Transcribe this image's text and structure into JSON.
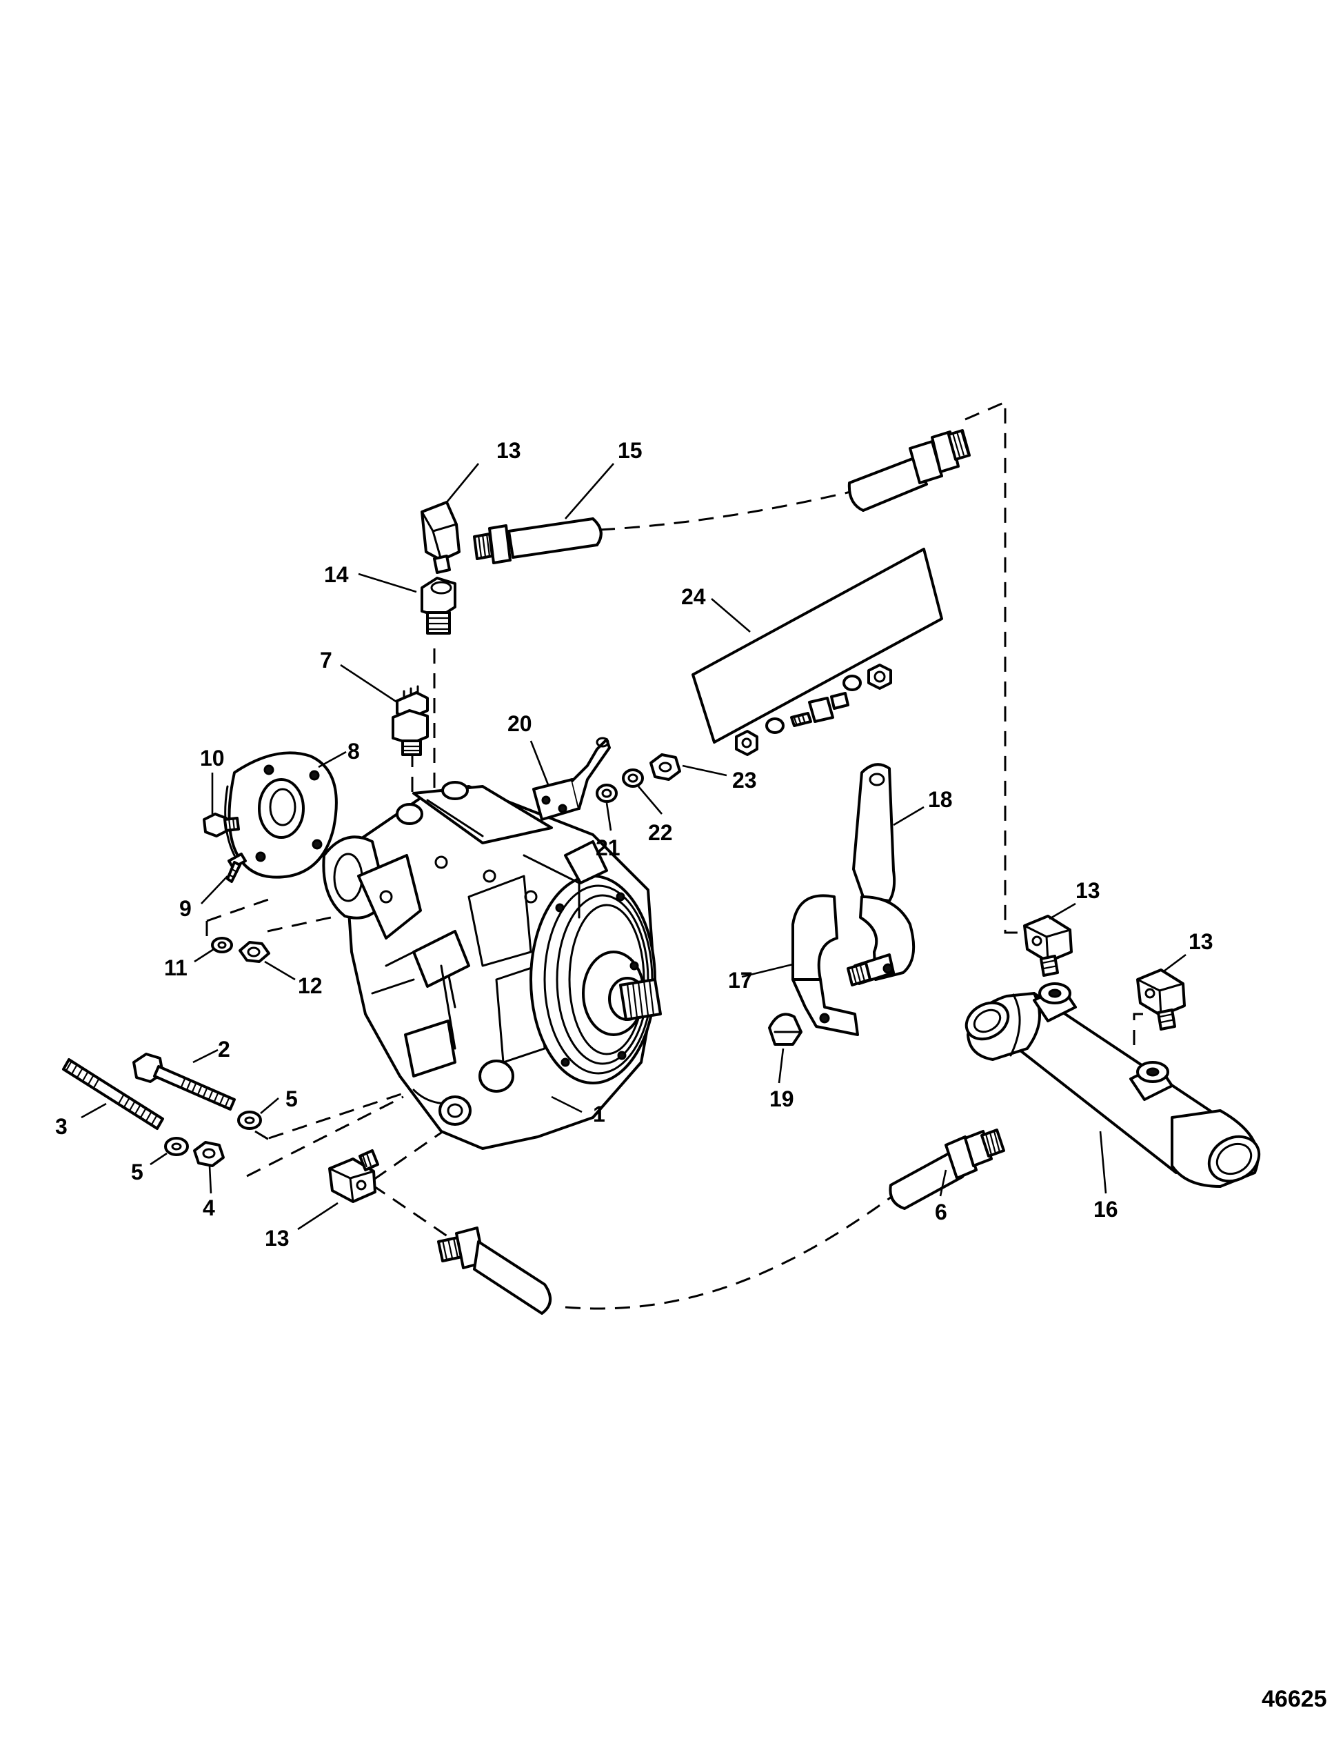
{
  "figure_number": "46625",
  "callouts": {
    "c1": "1",
    "c2": "2",
    "c3": "3",
    "c4": "4",
    "c5a": "5",
    "c5b": "5",
    "c6": "6",
    "c7": "7",
    "c8": "8",
    "c9": "9",
    "c10": "10",
    "c11": "11",
    "c12": "12",
    "c13a": "13",
    "c13b": "13",
    "c13c": "13",
    "c13d": "13",
    "c14": "14",
    "c15": "15",
    "c16": "16",
    "c17": "17",
    "c18": "18",
    "c19": "19",
    "c20": "20",
    "c21": "21",
    "c22": "22",
    "c23": "23",
    "c24": "24"
  }
}
